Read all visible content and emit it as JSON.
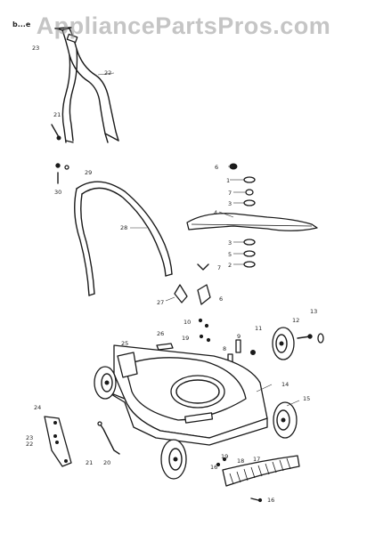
{
  "watermark": "AppliancePartsPros.com",
  "header_fragment": "b...e",
  "callouts": {
    "c23": "23",
    "c22": "22",
    "c21a": "21",
    "c29": "29",
    "c30": "30",
    "c28": "28",
    "c6a": "6",
    "c1": "1",
    "c7a": "7",
    "c3": "3",
    "c4": "4",
    "c5": "5",
    "c2": "2",
    "c7b": "7",
    "c27": "27",
    "c6b": "6",
    "c10": "10",
    "c8": "8",
    "c9": "9",
    "c26": "26",
    "c25": "25",
    "c11": "11",
    "c12": "12",
    "c13": "13",
    "c14": "14",
    "c15": "15",
    "c24": "24",
    "c20": "20",
    "c21b": "21",
    "c23b": "23",
    "c22b": "22",
    "c16a": "16",
    "c17": "17",
    "c19": "19",
    "c18": "18",
    "c16b": "16"
  }
}
